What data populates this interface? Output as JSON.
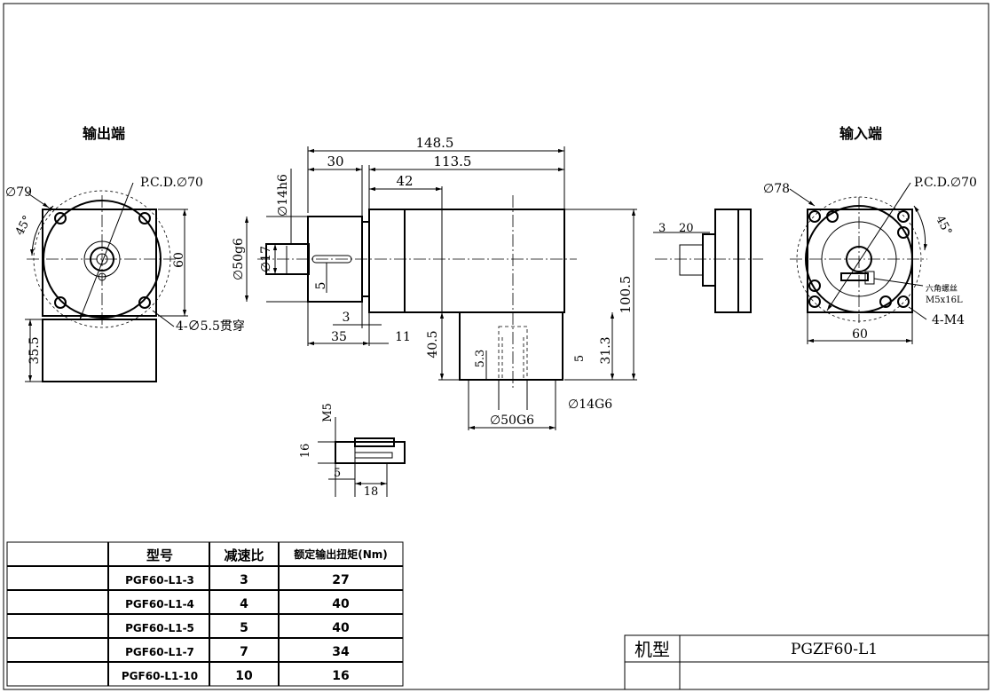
{
  "views": {
    "output_end": "输出端",
    "input_end": "输入端"
  },
  "dims": {
    "output": {
      "phi79": "∅79",
      "pcd": "P.C.D.∅70",
      "angle": "45°",
      "d60": "60",
      "holes": "4-∅5.5贯穿",
      "d35_5": "35.5"
    },
    "side": {
      "total": "148.5",
      "d30": "30",
      "d113_5": "113.5",
      "d42": "42",
      "phi14h6": "∅14h6",
      "phi50g6": "∅50g6",
      "phi17": "∅17",
      "d5": "5",
      "d3": "3",
      "d35": "35",
      "d11": "11",
      "d40_5": "40.5",
      "d100_5": "100.5",
      "d31_3": "31.3",
      "d5_3": "5.3",
      "d5b": "5",
      "phi14G6": "∅14G6",
      "phi50G6": "∅50G6"
    },
    "detail": {
      "m5": "M5",
      "d16": "16",
      "d5": "5",
      "d18": "18"
    },
    "input": {
      "d3": "3",
      "d20": "20",
      "phi78": "∅78",
      "pcd": "P.C.D.∅70",
      "angle": "45°",
      "hex_note": "六角螺丝",
      "hex_size": "M5x16L",
      "m4": "4-M4",
      "d60": "60"
    }
  },
  "table": {
    "headers": [
      "型号",
      "减速比",
      "额定输出扭矩(Nm)"
    ],
    "rows": [
      {
        "model": "PGF60-L1-3",
        "ratio": "3",
        "torque": "27"
      },
      {
        "model": "PGF60-L1-4",
        "ratio": "4",
        "torque": "40"
      },
      {
        "model": "PGF60-L1-5",
        "ratio": "5",
        "torque": "40"
      },
      {
        "model": "PGF60-L1-7",
        "ratio": "7",
        "torque": "34"
      },
      {
        "model": "PGF60-L1-10",
        "ratio": "10",
        "torque": "16"
      }
    ]
  },
  "title_block": {
    "label": "机型",
    "model": "PGZF60-L1"
  }
}
